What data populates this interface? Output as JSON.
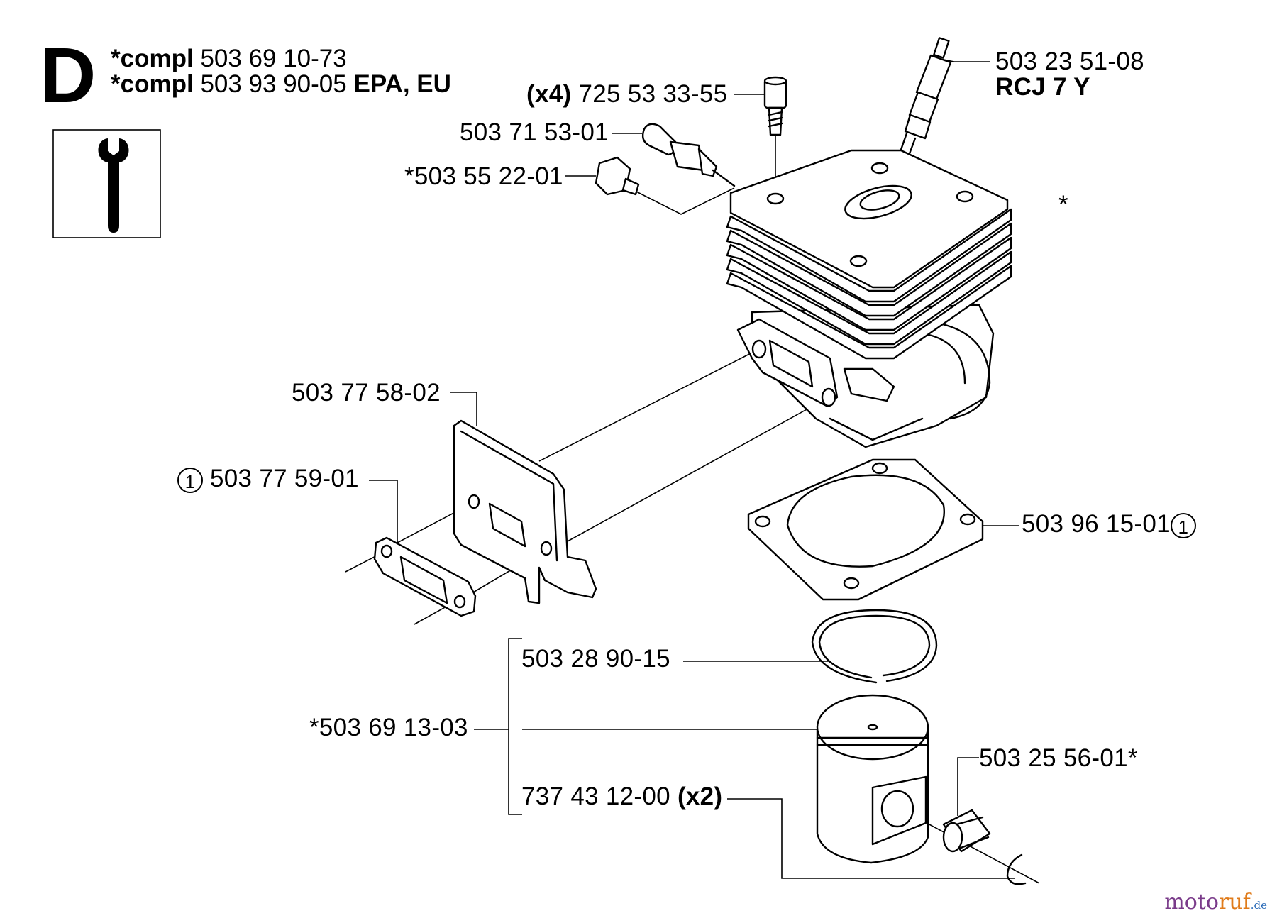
{
  "header": {
    "section_letter": "D",
    "compl_label": "*compl",
    "compl_rows": [
      {
        "number": "503 69 10-73",
        "suffix": ""
      },
      {
        "number": "503 93 90-05",
        "suffix": "EPA, EU"
      }
    ]
  },
  "tool_icon": "wrench-icon",
  "parts": {
    "spark_plug": {
      "number": "503 23 51-08",
      "type": "RCJ 7 Y"
    },
    "cylinder_screw": {
      "qty": "(x4)",
      "number": "725 53 33-55"
    },
    "decompression_valve": {
      "number": "503 71 53-01"
    },
    "plug_screw": {
      "number": "*503 55 22-01"
    },
    "cylinder": {
      "number": "*"
    },
    "heat_shield": {
      "number": "503 77 58-02"
    },
    "muffler_gasket": {
      "circle": "1",
      "number": "503 77 59-01"
    },
    "cylinder_gasket": {
      "number": "503 96 15-01",
      "circle": "1"
    },
    "piston_ring": {
      "number": "503 28 90-15"
    },
    "piston_assembly": {
      "number": "*503 69 13-03"
    },
    "needle_bearing": {
      "number": "503 25 56-01*"
    },
    "circlip": {
      "number": "737 43 12-00",
      "qty": "(x2)"
    }
  },
  "watermark": {
    "main": "motoruf",
    "sub": ".de"
  },
  "colors": {
    "ink": "#000000",
    "background": "#ffffff",
    "watermark_purple": "#7a3b8a",
    "watermark_orange": "#e07b1a",
    "watermark_blue": "#2a6bb8"
  }
}
